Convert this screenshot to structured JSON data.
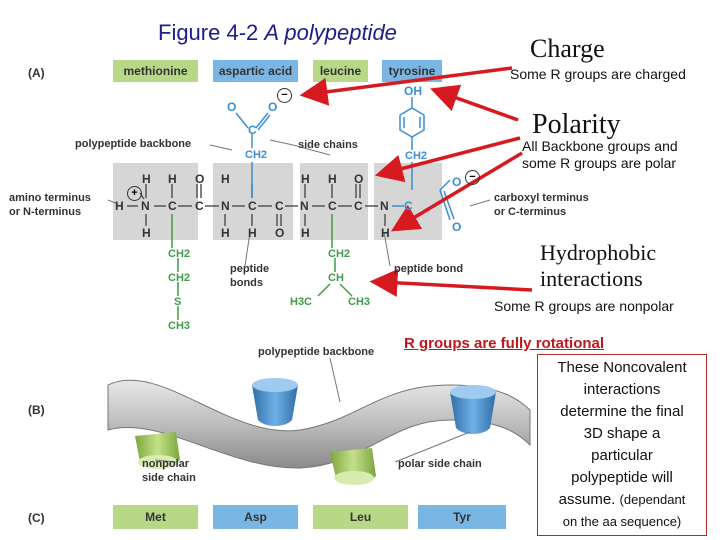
{
  "title": {
    "main": "Figure 4-2",
    "italic": "A polypeptide"
  },
  "panels": {
    "a": "(A)",
    "b": "(B)",
    "c": "(C)"
  },
  "amino_acids": [
    "methionine",
    "aspartic acid",
    "leucine",
    "tyrosine"
  ],
  "amino_acids_short": [
    "Met",
    "Asp",
    "Leu",
    "Tyr"
  ],
  "labels": {
    "polypeptide_backbone": "polypeptide backbone",
    "side_chains": "side chains",
    "amino_terminus_1": "amino terminus",
    "amino_terminus_2": "or N-terminus",
    "carboxyl_terminus_1": "carboxyl terminus",
    "carboxyl_terminus_2": "or C-terminus",
    "peptide_bonds_1": "peptide",
    "peptide_bonds_2": "bonds",
    "peptide_bond": "peptide bond",
    "polypeptide_backbone_b": "polypeptide backbone",
    "nonpolar_1": "nonpolar",
    "nonpolar_2": "side chain",
    "polar_side_chain": "polar side chain"
  },
  "annotations": {
    "charge_title": "Charge",
    "charge_sub": "Some R groups are charged",
    "polarity_title": "Polarity",
    "polarity_sub_1": "All Backbone groups and",
    "polarity_sub_2": "some R groups are polar",
    "hydro_title_1": "Hydrophobic",
    "hydro_title_2": "interactions",
    "hydro_sub": "Some R groups are nonpolar",
    "rotational": "R groups are fully rotational",
    "note_lines": [
      "These Noncovalent",
      "interactions",
      "determine the final",
      "3D shape a",
      "particular",
      "polypeptide will"
    ],
    "note_last": "assume.",
    "note_small_1": "(dependant",
    "note_small_2": "on the aa sequence)"
  },
  "chem": {
    "H": "H",
    "N": "N",
    "C": "C",
    "O": "O",
    "S": "S",
    "CH": "CH",
    "CH2": "CH2",
    "CH3": "CH3",
    "OH": "OH",
    "H3C": "H3C",
    "plus": "+",
    "minus": "−"
  },
  "colors": {
    "green": "#b9d887",
    "blue": "#7ab6e4",
    "backbone_gray": "#d6d6d6",
    "arrow_red": "#d71920",
    "chem_green": "#3f9d45"
  }
}
